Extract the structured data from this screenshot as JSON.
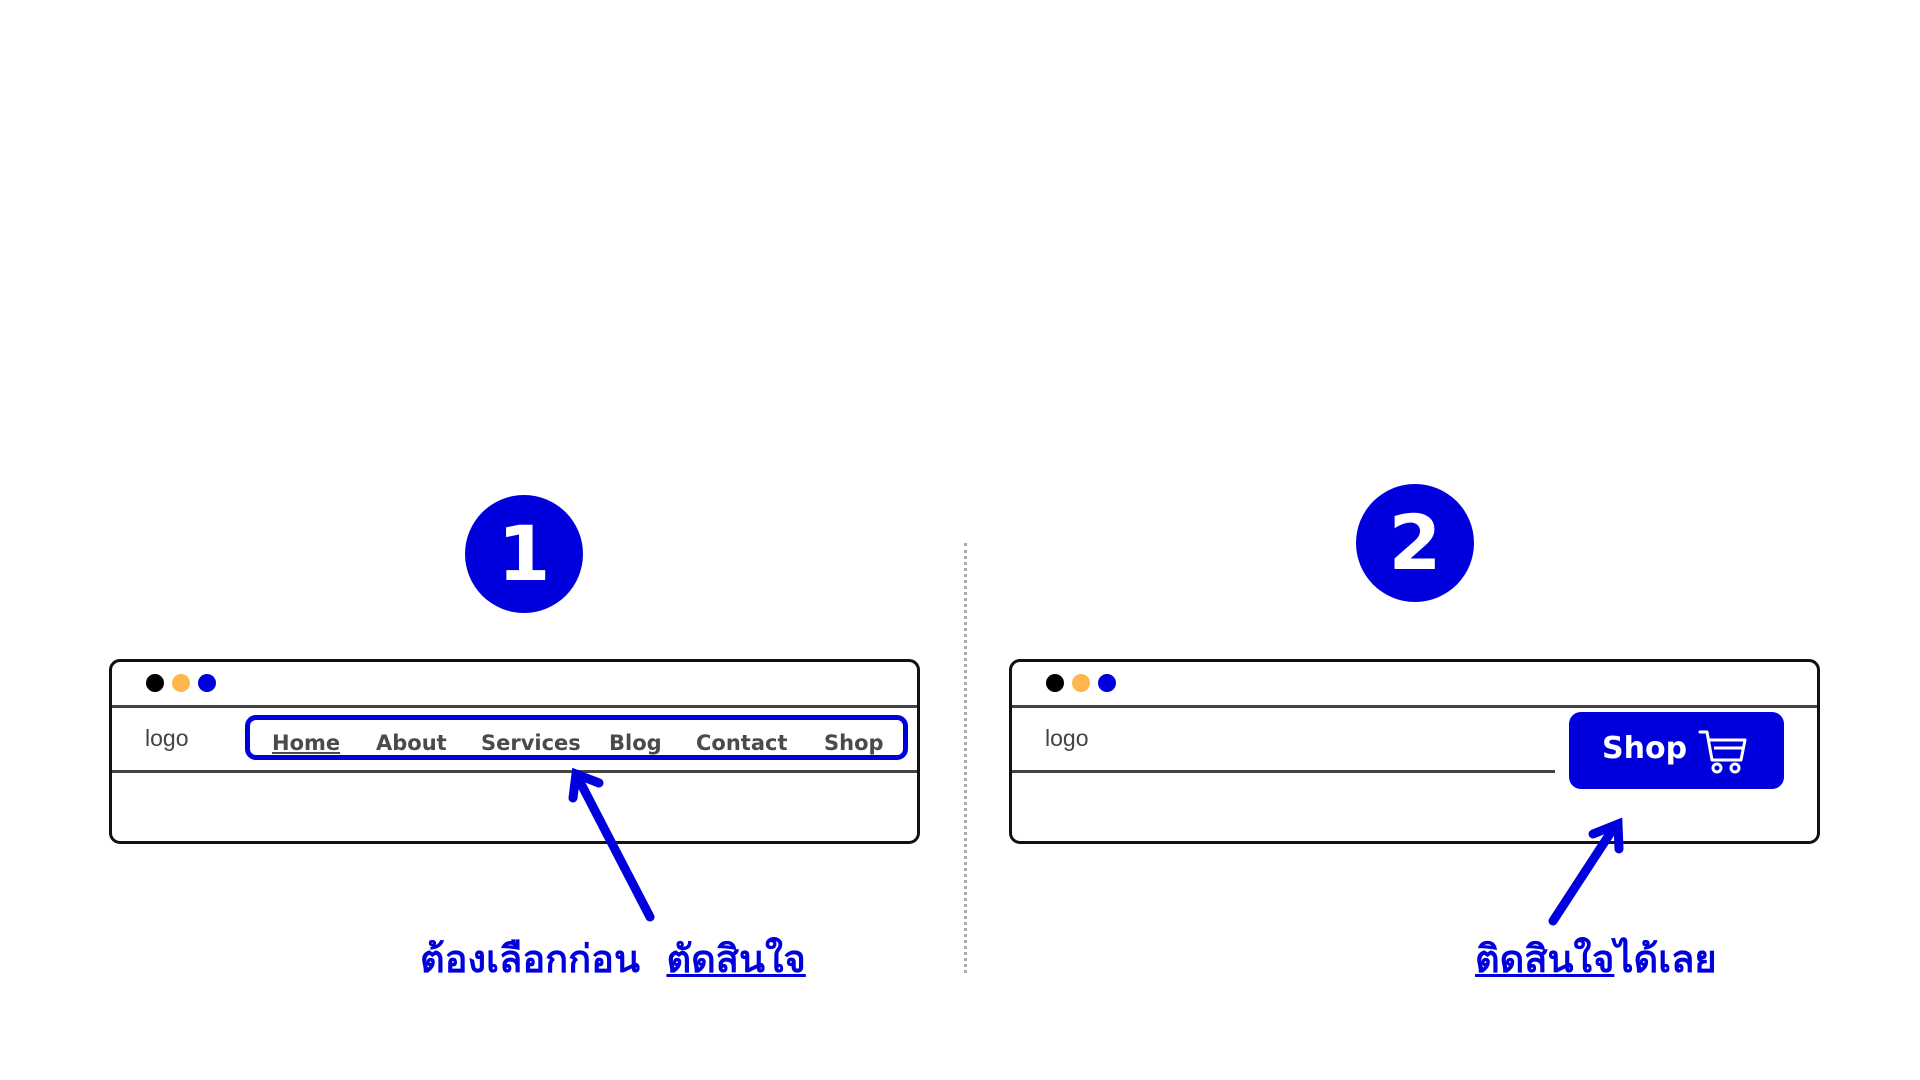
{
  "step1": {
    "number": "1",
    "browser": {
      "dot_colors": [
        "#000000",
        "#ffb74d",
        "#0000dd"
      ],
      "logo": "logo",
      "menu": [
        "Home",
        "About",
        "Services",
        "Blog",
        "Contact",
        "Shop"
      ],
      "active_menu_item": "Home"
    },
    "caption_plain": "ต้องเลือกก่อน",
    "caption_underlined": "ตัดสินใจ"
  },
  "step2": {
    "number": "2",
    "browser": {
      "dot_colors": [
        "#000000",
        "#ffb74d",
        "#0000dd"
      ],
      "logo": "logo",
      "shop_button": "Shop",
      "shop_icon": "shopping-cart-icon"
    },
    "caption_underlined": "ติดสินใจ",
    "caption_plain": "ได้เลย"
  },
  "colors": {
    "accent": "#0000dd",
    "orange_dot": "#ffb74d",
    "text_gray": "#4a4a4a"
  }
}
